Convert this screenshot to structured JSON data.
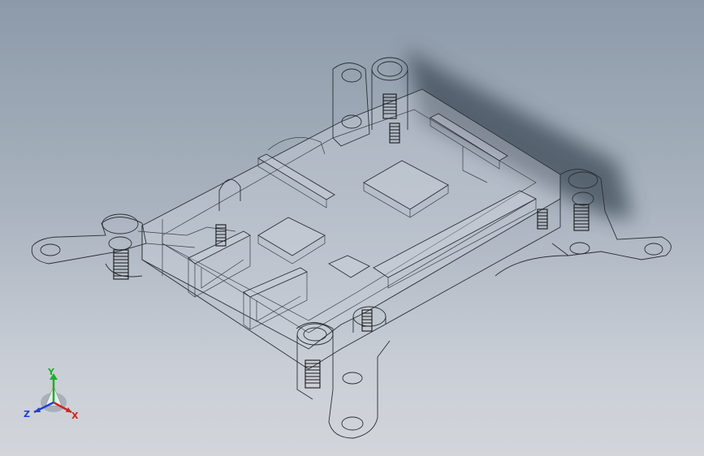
{
  "viewport": {
    "background_top": "#8c9aa9",
    "background_bottom": "#d2d5da",
    "model_edge_color": "#2a2f36",
    "shadow_color": "#3d4a57"
  },
  "triad": {
    "x_label": "X",
    "y_label": "Y",
    "z_label": "Z",
    "x_color": "#d61f1f",
    "y_color": "#1fae2a",
    "z_color": "#1f3fd6"
  }
}
